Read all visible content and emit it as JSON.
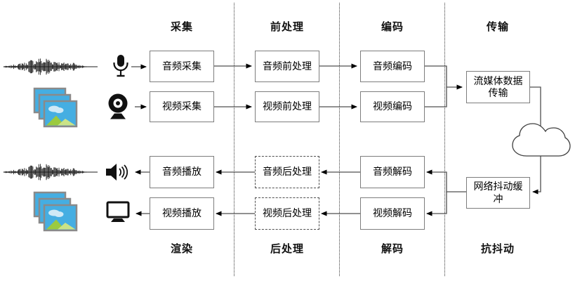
{
  "diagram": {
    "stages_top": [
      "采集",
      "前处理",
      "编码",
      "传输"
    ],
    "stages_bottom": [
      "渲染",
      "后处理",
      "解码",
      "抗抖动"
    ],
    "nodes": {
      "audio_capture": "音频采集",
      "video_capture": "视频采集",
      "audio_preprocess": "音频前处理",
      "video_preprocess": "视频前处理",
      "audio_encode": "音频编码",
      "video_encode": "视频编码",
      "stream_transmit": "流媒体数据\n传输",
      "jitter_buffer": "网络抖动缓\n冲",
      "audio_decode": "音频解码",
      "video_decode": "视频解码",
      "audio_postprocess": "音频后处理",
      "video_postprocess": "视频后处理",
      "audio_play": "音频播放",
      "video_play": "视频播放"
    },
    "icons": [
      "waveform-icon",
      "photo-stack-icon",
      "microphone-icon",
      "webcam-icon",
      "speaker-icon",
      "monitor-icon",
      "cloud-network-icon"
    ],
    "colors": {
      "box_border": "#7d7d7d",
      "line": "#4f4f4f",
      "arrowhead": "#000000",
      "photo_sky": "#45aee2",
      "photo_border": "#8a8a8a",
      "photo_cloud": "#cfe9f6",
      "mountain_dark": "#9bca3f",
      "mountain_light": "#cbe387"
    }
  }
}
